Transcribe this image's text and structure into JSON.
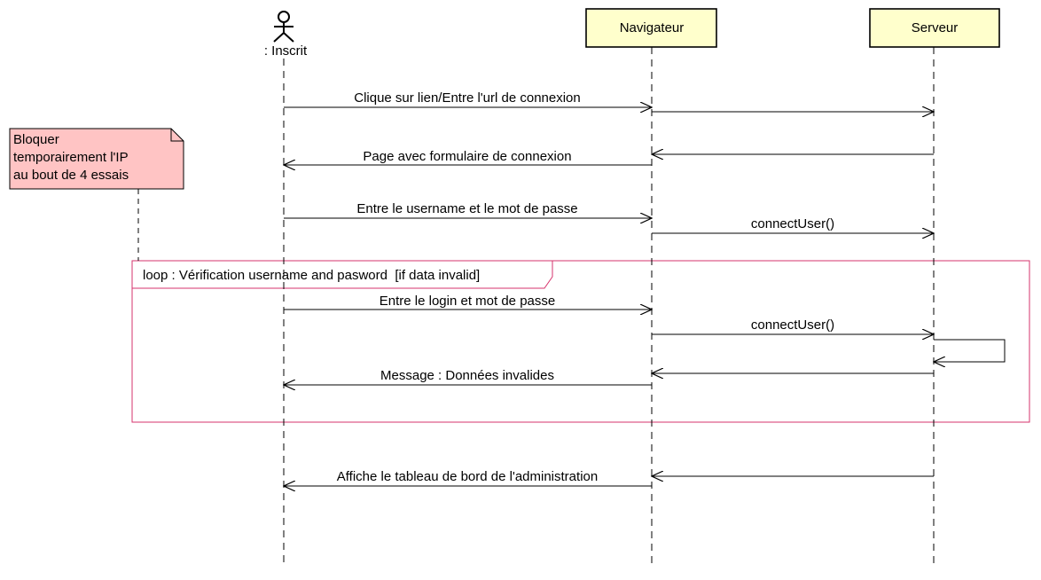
{
  "participants": [
    {
      "id": "inscrit",
      "label": ": Inscrit",
      "kind": "actor"
    },
    {
      "id": "navigateur",
      "label": "Navigateur",
      "kind": "object"
    },
    {
      "id": "serveur",
      "label": "Serveur",
      "kind": "object"
    }
  ],
  "messages": [
    {
      "from": "inscrit",
      "to": "navigateur",
      "label": "Clique sur lien/Entre l'url de connexion"
    },
    {
      "from": "navigateur",
      "to": "serveur",
      "label": ""
    },
    {
      "from": "serveur",
      "to": "navigateur",
      "label": ""
    },
    {
      "from": "navigateur",
      "to": "inscrit",
      "label": "Page avec formulaire de connexion"
    },
    {
      "from": "inscrit",
      "to": "navigateur",
      "label": "Entre le username et le mot de passe"
    },
    {
      "from": "navigateur",
      "to": "serveur",
      "label": "connectUser()"
    },
    {
      "from": "inscrit",
      "to": "navigateur",
      "label": "Entre le login et mot de passe"
    },
    {
      "from": "navigateur",
      "to": "serveur",
      "label": "connectUser()"
    },
    {
      "from": "serveur",
      "to": "serveur",
      "label": ""
    },
    {
      "from": "serveur",
      "to": "navigateur",
      "label": ""
    },
    {
      "from": "navigateur",
      "to": "inscrit",
      "label": "Message : Données invalides"
    },
    {
      "from": "serveur",
      "to": "navigateur",
      "label": ""
    },
    {
      "from": "navigateur",
      "to": "inscrit",
      "label": "Affiche le tableau de bord de l'administration"
    }
  ],
  "loop_frame": {
    "label": "loop : Vérification username and pasword  [if data invalid]"
  },
  "note": {
    "lines": [
      "Bloquer",
      "temporairement l'IP",
      "au bout de 4 essais"
    ]
  },
  "colors": {
    "participant_fill": "#ffffcc",
    "note_fill": "#ffc4c4",
    "frame_stroke": "#d6336c"
  }
}
